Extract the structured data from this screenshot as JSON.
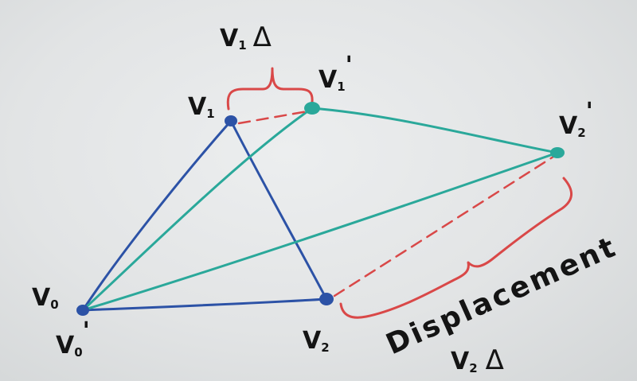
{
  "vertices": {
    "v0": {
      "name": "V",
      "sub": "0"
    },
    "v0_prime": {
      "name": "V",
      "sub": "0",
      "mark": "'"
    },
    "v1": {
      "name": "V",
      "sub": "1"
    },
    "v1_prime": {
      "name": "V",
      "sub": "1",
      "mark": "'"
    },
    "v2": {
      "name": "V",
      "sub": "2"
    },
    "v2_prime": {
      "name": "V",
      "sub": "2",
      "mark": "'"
    }
  },
  "annotations": {
    "v1_delta": {
      "name": "V",
      "sub": "1",
      "delta": "Δ"
    },
    "displacement": {
      "word": "Displacement"
    },
    "v2_delta": {
      "name": "V",
      "sub": "2",
      "delta": "Δ"
    }
  },
  "colors": {
    "original_triangle": "#2c52a6",
    "displaced_triangle": "#2aa89a",
    "displacement_marker": "#d94848",
    "ink": "#141414"
  }
}
